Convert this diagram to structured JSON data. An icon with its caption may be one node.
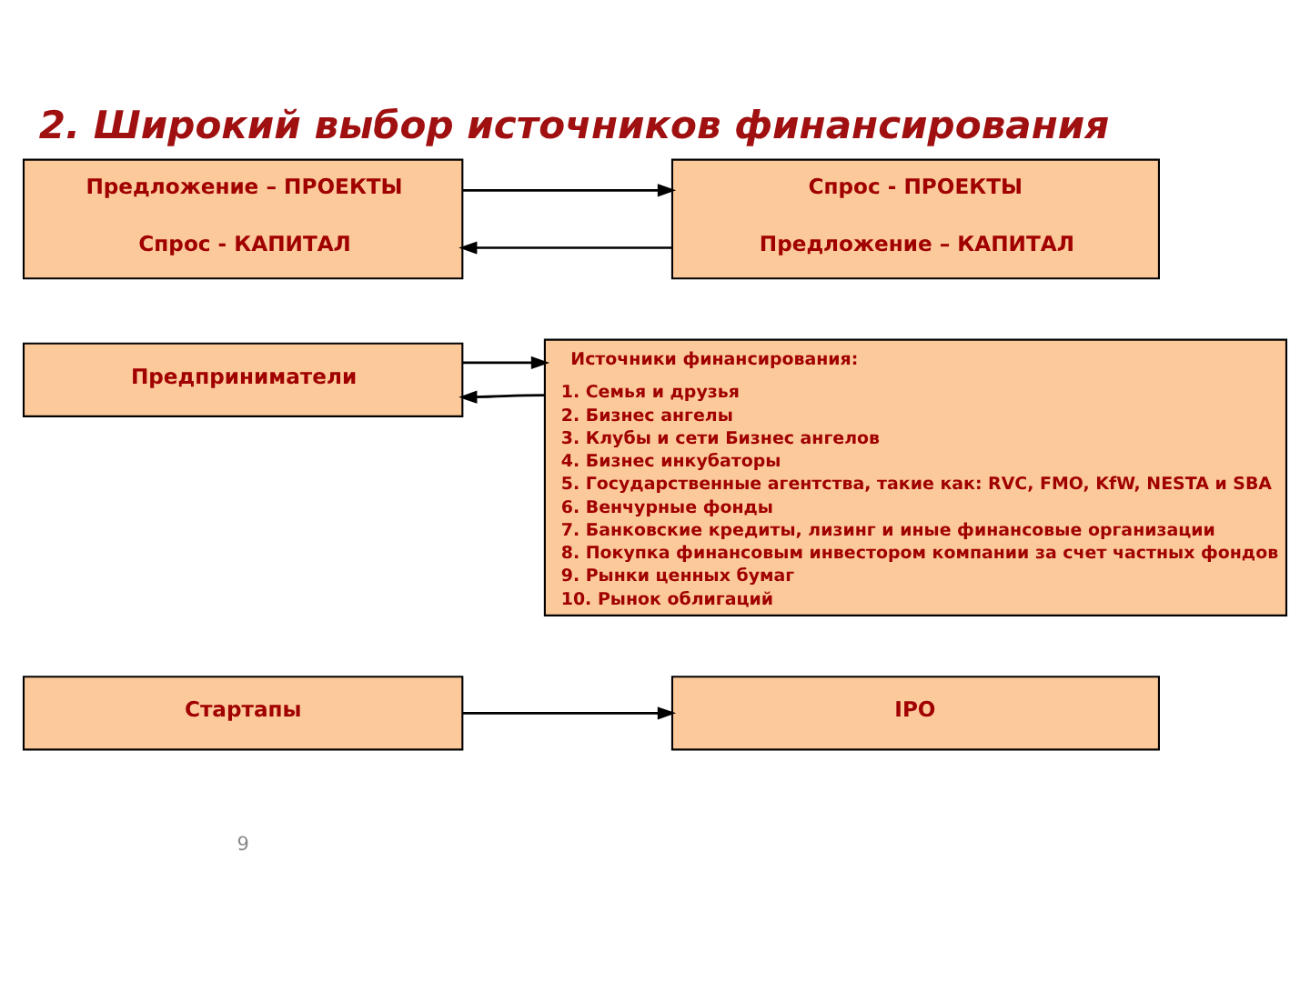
{
  "diagram": {
    "title": "2. Широкий выбор источников финансирования",
    "nodes": [
      {
        "text": [
          "Предложение – ПРОЕКТЫ",
          "Спрос - КАПИТАЛ"
        ]
      },
      {
        "text": [
          "Спрос - ПРОЕКТЫ",
          "Предложение – КАПИТАЛ"
        ]
      },
      {
        "text": [
          "Предприниматели"
        ]
      },
      {
        "text": [
          "Источники финансирования:",
          "1. Семья и друзья",
          "2. Бизнес ангелы",
          "3. Клубы и сети Бизнес ангелов",
          "4. Бизнес инкубаторы",
          "5. Государственные агентства, такие как: RVC, FMO, KfW, NESTA и SBA",
          "6. Венчурные фонды",
          "7. Банковские кредиты, лизинг и иные финансовые организации",
          "8. Покупка финансовым инвестором компании за счет частных фондов",
          "9. Рынки ценных бумаг",
          "10. Рынок облигаций"
        ]
      },
      {
        "text": [
          "Стартапы"
        ]
      },
      {
        "text": [
          "IPO"
        ]
      }
    ],
    "edges": [
      {
        "from": 0,
        "to": 1,
        "arrow": "to"
      },
      {
        "from": 1,
        "to": 0,
        "arrow": "to"
      },
      {
        "from": 2,
        "to": 3,
        "arrow": "to"
      },
      {
        "from": 3,
        "to": 2,
        "arrow": "to"
      },
      {
        "from": 4,
        "to": 5,
        "arrow": "to"
      }
    ],
    "labels": [
      "9"
    ]
  }
}
